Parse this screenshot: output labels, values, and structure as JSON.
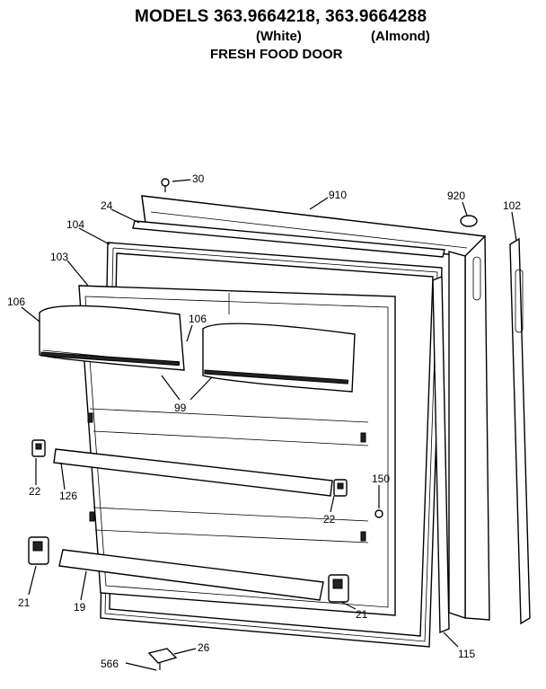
{
  "header": {
    "models_line": "MODELS 363.9664218, 363.9664288",
    "white_label": "(White)",
    "almond_label": "(Almond)",
    "subtitle": "FRESH FOOD DOOR"
  },
  "callouts": {
    "c30": "30",
    "c910": "910",
    "c920": "920",
    "c102": "102",
    "c24": "24",
    "c104": "104",
    "c103": "103",
    "c106a": "106",
    "c106b": "106",
    "c99": "99",
    "c22a": "22",
    "c126": "126",
    "c150": "150",
    "c22b": "22",
    "c21a": "21",
    "c19": "19",
    "c21b": "21",
    "c115": "115",
    "c26": "26",
    "c566": "566"
  }
}
